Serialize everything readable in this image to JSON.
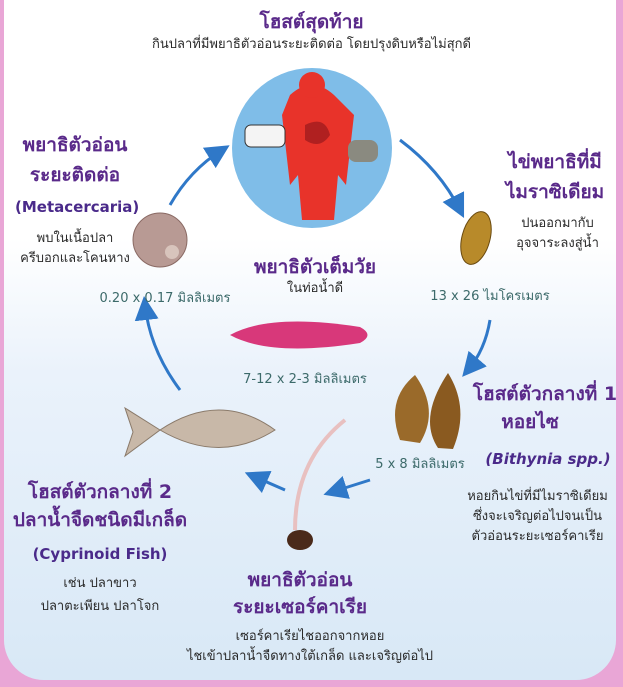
{
  "definitive_host": {
    "title": "โฮสต์สุดท้าย",
    "desc": "กินปลาที่มีพยาธิตัวอ่อนระยะติดต่อ โดยปรุงดิบหรือไม่สุกดี"
  },
  "adult": {
    "title": "พยาธิตัวเต็มวัย",
    "desc": "ในท่อน้ำดี",
    "size": "7-12 x 2-3 มิลลิเมตร"
  },
  "egg": {
    "title_1": "ไข่พยาธิที่มี",
    "title_2": "ไมราซิเดียม",
    "desc_1": "ปนออกมากับ",
    "desc_2": "อุจจาระลงสู่น้ำ",
    "size": "13 x 26 ไมโครเมตร"
  },
  "snail": {
    "title_1": "โฮสต์ตัวกลางที่ 1",
    "title_2": "หอยไซ",
    "size": "5 x 8 มิลลิเมตร",
    "sci": "(Bithynia spp.)",
    "desc": [
      "หอยกินไข่ที่มีไมราซิเดียม",
      "ซึ่งจะเจริญต่อไปจนเป็น",
      "ตัวอ่อนระยะเซอร์คาเรีย"
    ]
  },
  "cercaria": {
    "title_1": "พยาธิตัวอ่อน",
    "title_2": "ระยะเซอร์คาเรีย",
    "desc_1": "เซอร์คาเรียไชออกจากหอย",
    "desc_2": "ไชเข้าปลาน้ำจืดทางใต้เกล็ด และเจริญต่อไป"
  },
  "fish": {
    "title_1": "โฮสต์ตัวกลางที่ 2",
    "title_2": "ปลาน้ำจืดชนิดมีเกล็ด",
    "sci": "(Cyprinoid Fish)",
    "desc_1": "เช่น ปลาขาว",
    "desc_2": "ปลาตะเพียน ปลาโจก"
  },
  "metacercaria": {
    "title_1": "พยาธิตัวอ่อน",
    "title_2": "ระยะติดต่อ",
    "sci": "(Metacercaria)",
    "desc_1": "พบในเนื้อปลา",
    "desc_2": "ครีบอกและโคนหาง",
    "size": "0.20 x 0.17 มิลลิเมตร"
  },
  "colors": {
    "title": "#5a2a8a",
    "arrow": "#2f78c8",
    "frame": "#e9a6d6"
  }
}
